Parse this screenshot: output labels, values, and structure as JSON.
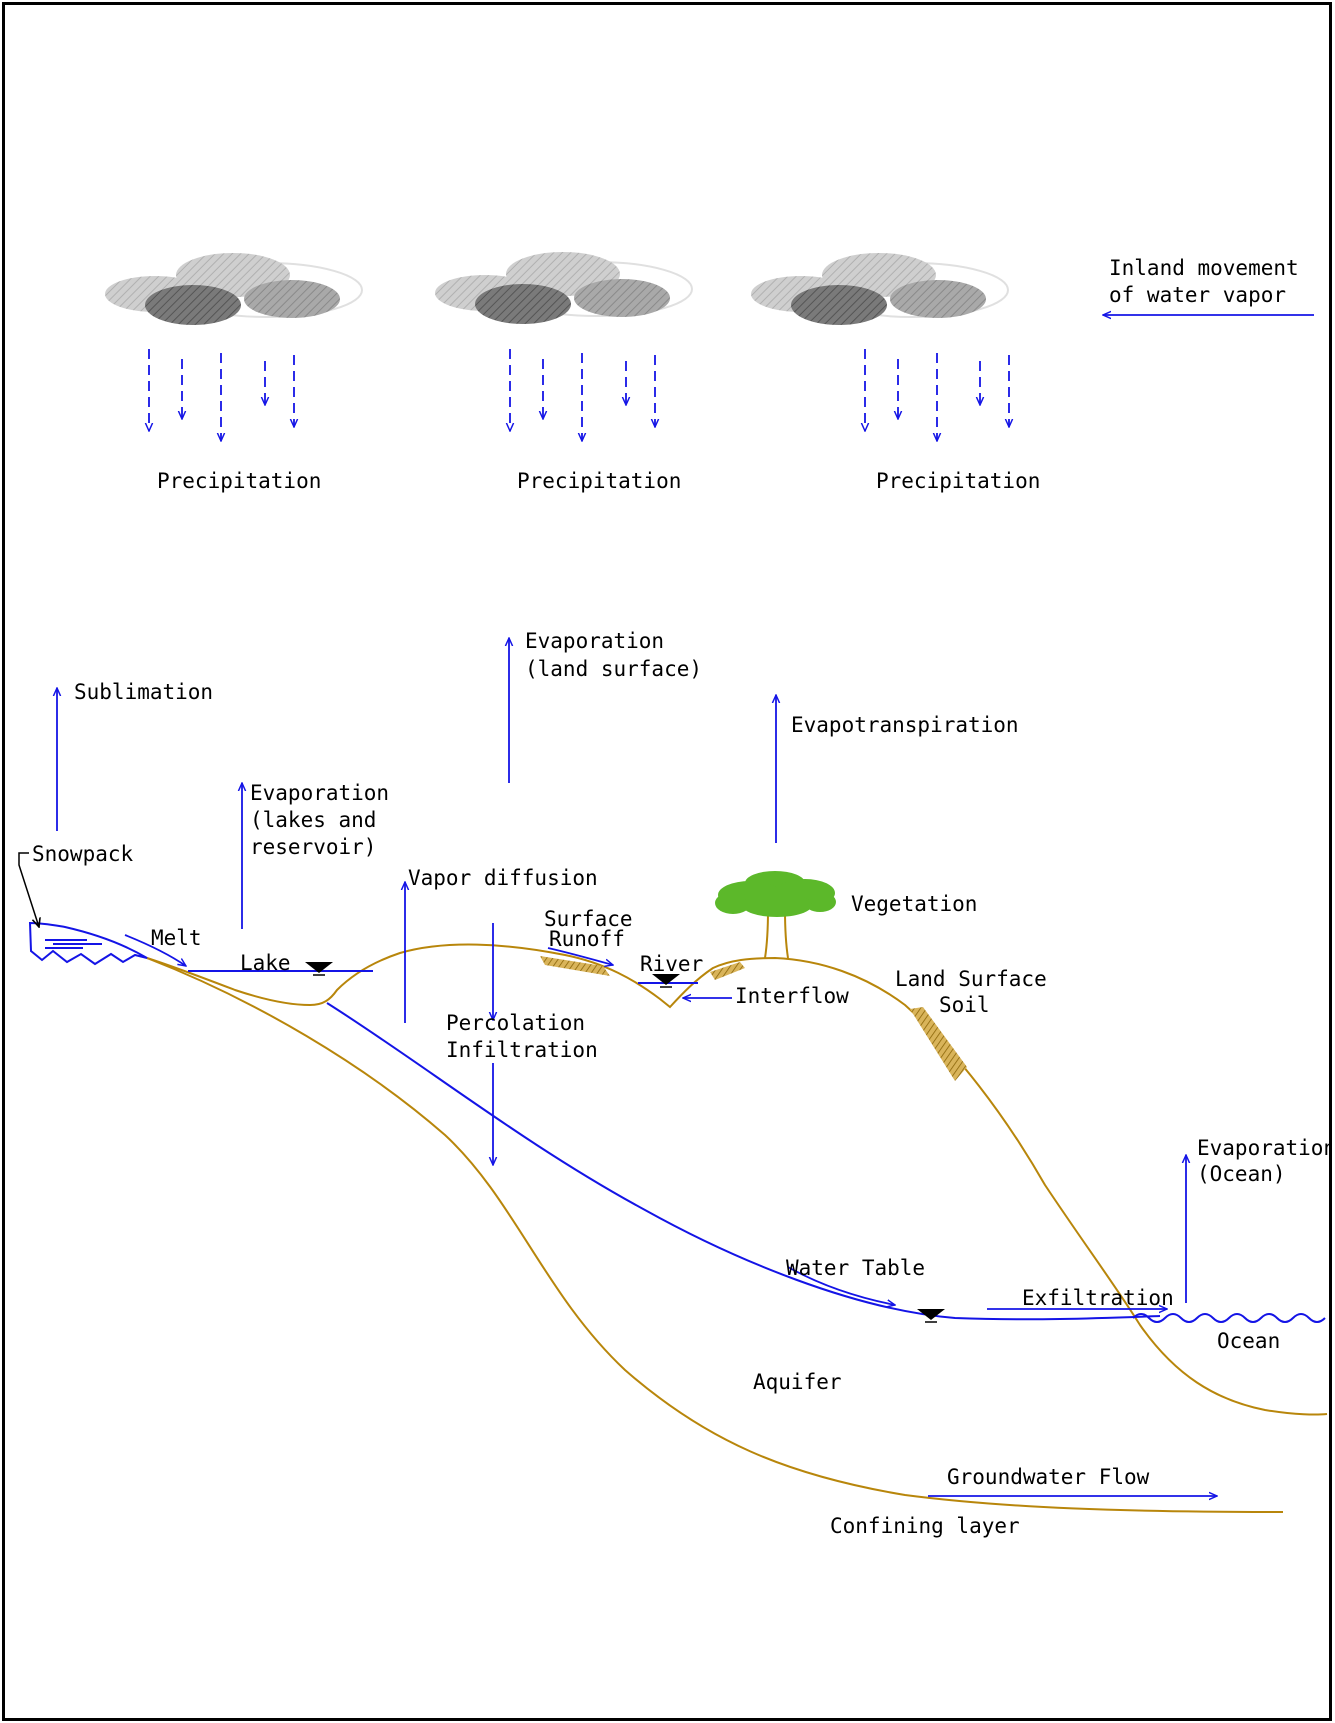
{
  "labels": {
    "inland_vapor_1": "Inland movement",
    "inland_vapor_2": "of water vapor",
    "precip_1": "Precipitation",
    "precip_2": "Precipitation",
    "precip_3": "Precipitation",
    "evap_land_1": "Evaporation",
    "evap_land_2": "(land surface)",
    "sublimation": "Sublimation",
    "evapotranspiration": "Evapotranspiration",
    "evap_lake_1": "Evaporation",
    "evap_lake_2": "(lakes and",
    "evap_lake_3": "reservoir)",
    "snowpack": "Snowpack",
    "vapor_diffusion": "Vapor diffusion",
    "vegetation": "Vegetation",
    "surface_runoff_1": "Surface",
    "surface_runoff_2": "Runoff",
    "melt": "Melt",
    "lake": "Lake",
    "river": "River",
    "interflow": "Interflow",
    "land_surface": "Land Surface",
    "soil": "Soil",
    "percolation": "Percolation",
    "infiltration": "Infiltration",
    "evap_ocean_1": "Evaporation",
    "evap_ocean_2": "(Ocean)",
    "water_table": "Water Table",
    "exfiltration": "Exfiltration",
    "ocean": "Ocean",
    "aquifer": "Aquifer",
    "groundwater_flow": "Groundwater Flow",
    "confining_layer": "Confining layer"
  },
  "colors": {
    "flow": "#1414e6",
    "ground": "#b8860b",
    "vegetation": "#5cb82a",
    "cloud_dark": "#8c8c8c",
    "cloud_light": "#bdbdbd"
  }
}
